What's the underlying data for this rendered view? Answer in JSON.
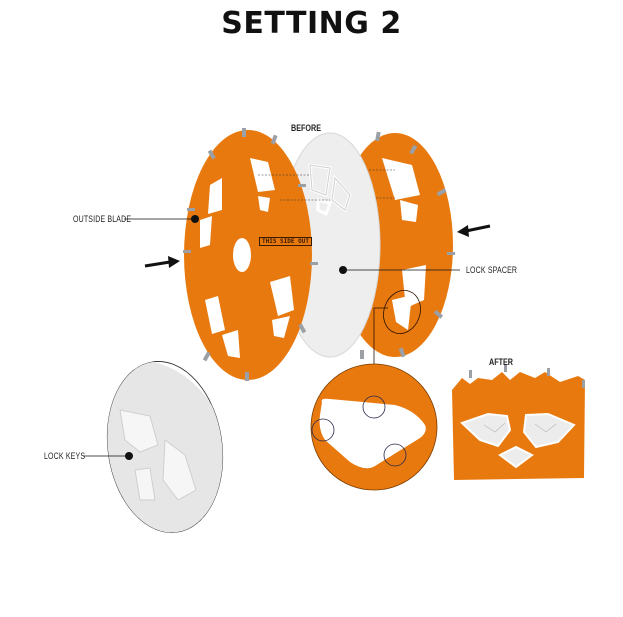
{
  "title": "SETTING 2",
  "diagram": {
    "before_label": "BEFORE",
    "after_label": "AFTER",
    "badge_text": "THIS SIDE OUT",
    "callouts": {
      "outside_blade": "OUTSIDE BLADE",
      "lock_spacer": "LOCK SPACER",
      "lock_keys": "LOCK KEYS"
    },
    "colors": {
      "blade_orange": "#e8790f",
      "spacer_white": "#eeeeee",
      "tooth_grey": "#9aa0a6",
      "line_black": "#111111"
    },
    "arrows": [
      {
        "name": "arrow-right-icon",
        "direction": "right"
      },
      {
        "name": "arrow-left-icon",
        "direction": "left"
      }
    ]
  }
}
